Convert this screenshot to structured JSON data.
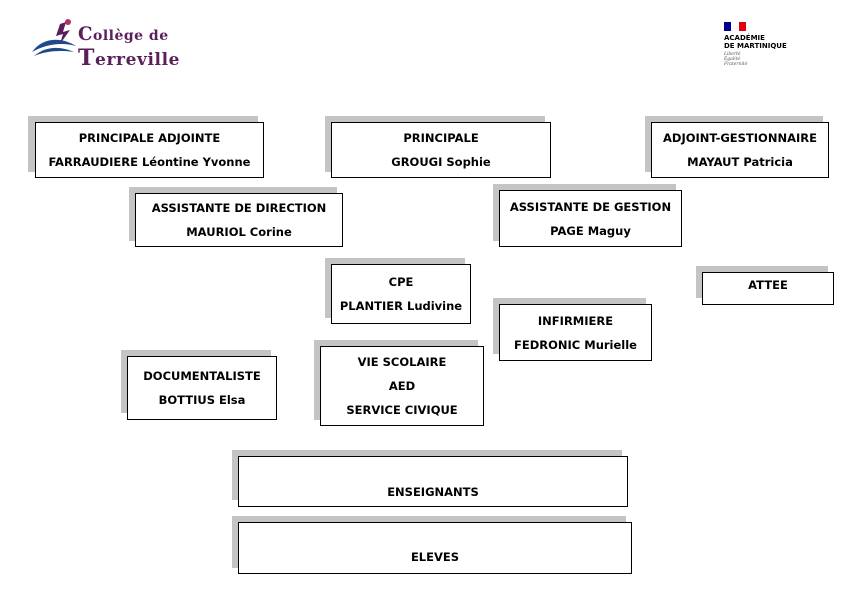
{
  "header": {
    "logo": {
      "line1": "Collège de",
      "line2": "Terreville"
    },
    "academy": {
      "line1": "ACADÉMIE",
      "line2": "DE MARTINIQUE",
      "motto": [
        "Liberté",
        "Égalité",
        "Fraternité"
      ]
    }
  },
  "colors": {
    "shadow": "#c4c4c4",
    "logo_purple": "#5a1e5a",
    "logo_blue": "#1e4a8c",
    "flag_blue": "#000091",
    "flag_red": "#e1000f"
  },
  "boxes": {
    "principale_adjointe": {
      "role": "PRINCIPALE ADJOINTE",
      "name": "FARRAUDIERE Léontine Yvonne"
    },
    "principale": {
      "role": "PRINCIPALE",
      "name": "GROUGI Sophie"
    },
    "adjoint_gestionnaire": {
      "role": "ADJOINT-GESTIONNAIRE",
      "name": "MAYAUT Patricia"
    },
    "assistante_direction": {
      "role": "ASSISTANTE DE DIRECTION",
      "name": "MAURIOL Corine"
    },
    "assistante_gestion": {
      "role": "ASSISTANTE DE GESTION",
      "name": "PAGE Maguy"
    },
    "cpe": {
      "role": "CPE",
      "name": "PLANTIER Ludivine"
    },
    "attee": {
      "role": "ATTEE"
    },
    "infirmiere": {
      "role": "INFIRMIERE",
      "name": "FEDRONIC Murielle"
    },
    "documentaliste": {
      "role": "DOCUMENTALISTE",
      "name": "BOTTIUS Elsa"
    },
    "vie_scolaire": {
      "role": "VIE SCOLAIRE",
      "line2": "AED",
      "line3": "SERVICE CIVIQUE"
    },
    "enseignants": {
      "role": "ENSEIGNANTS"
    },
    "eleves": {
      "role": "ELEVES"
    }
  }
}
